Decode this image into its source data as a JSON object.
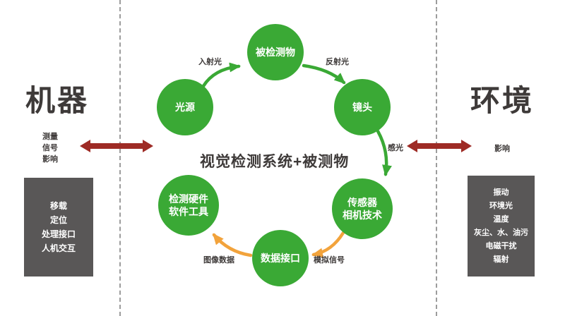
{
  "colors": {
    "node_green": "#3aa935",
    "arrow_orange": "#f2a33c",
    "arrow_red": "#9e2b25",
    "box_gray": "#595757",
    "text_dark": "#3e3a39"
  },
  "left_panel": {
    "title": "机器",
    "relation_labels": [
      "测量",
      "信号",
      "影响"
    ],
    "box_items": [
      "移载",
      "定位",
      "处理接口",
      "人机交互"
    ]
  },
  "right_panel": {
    "title": "环境",
    "relation_label": "影响",
    "box_items": [
      "振动",
      "环境光",
      "温度",
      "灰尘、水、油污",
      "电磁干扰",
      "辐射"
    ]
  },
  "diagram": {
    "title": "视觉检测系统+被测物",
    "nodes": {
      "light_source": {
        "lines": [
          "光源"
        ]
      },
      "detected_object": {
        "lines": [
          "被检测物"
        ]
      },
      "lens": {
        "lines": [
          "镜头"
        ]
      },
      "sensor": {
        "lines": [
          "传感器",
          "相机技术"
        ]
      },
      "data_interface": {
        "lines": [
          "数据接口"
        ]
      },
      "tools": {
        "lines": [
          "检测硬件",
          "软件工具"
        ]
      }
    },
    "edge_labels": {
      "incident_light": "入射光",
      "reflected_light": "反射光",
      "photosensitive": "感光",
      "analog_signal": "模拟信号",
      "image_data": "图像数据"
    }
  }
}
